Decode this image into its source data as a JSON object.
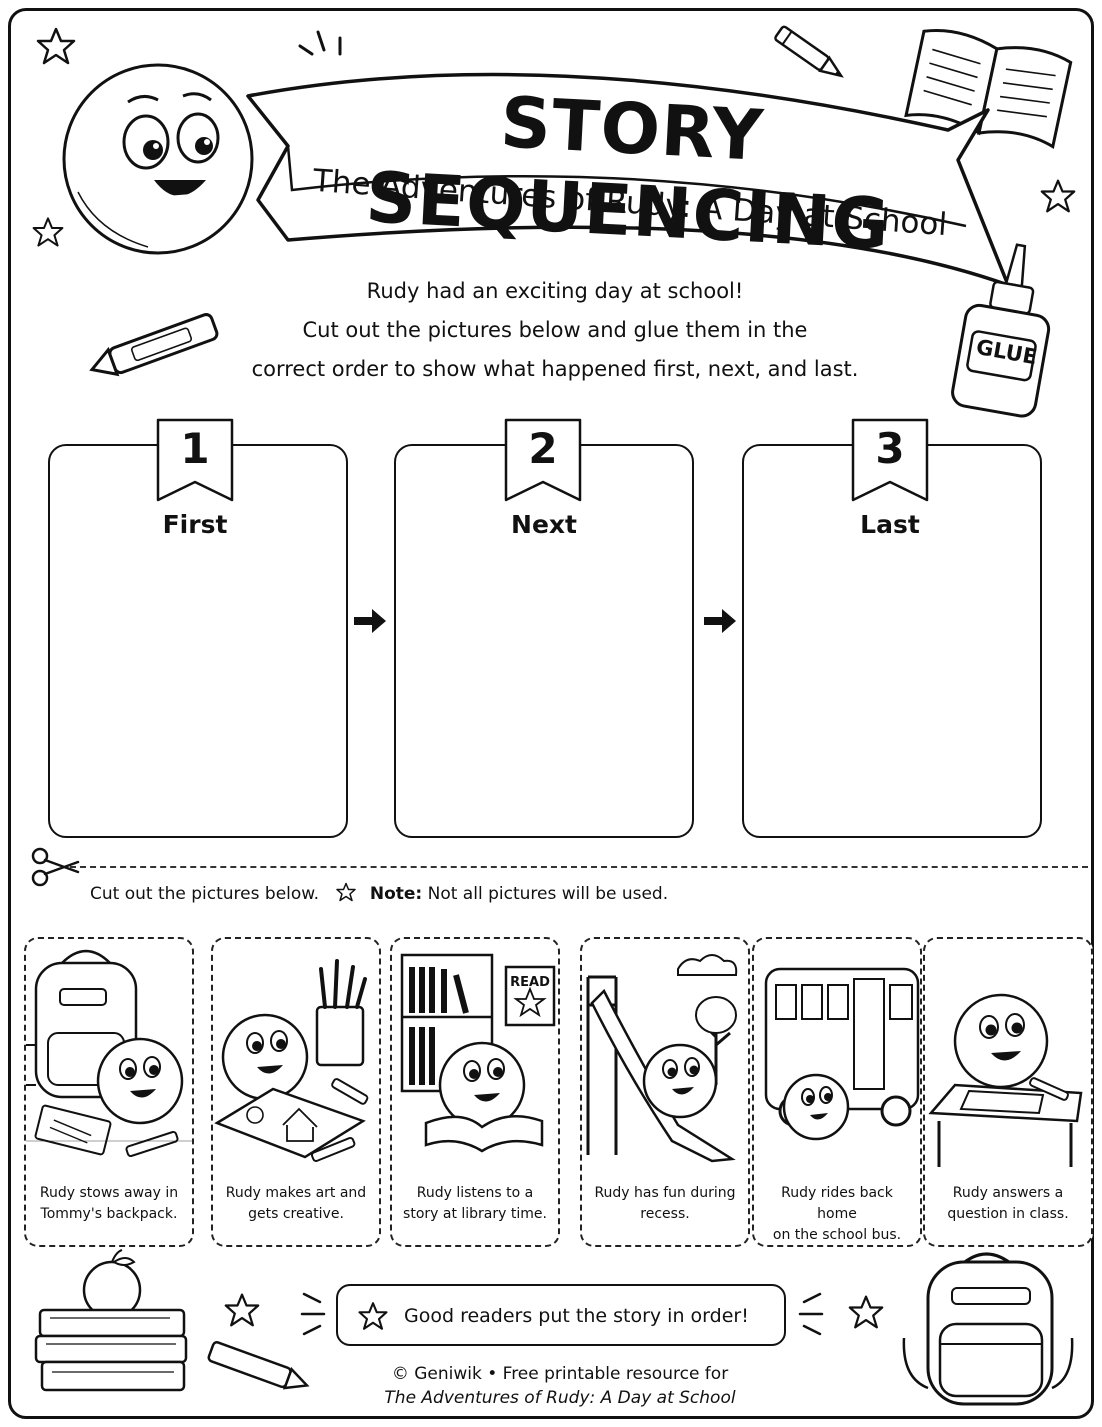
{
  "header": {
    "title": "STORY SEQUENCING",
    "subtitle": "The Adventures of Rudy: A Day at School"
  },
  "intro": {
    "line1": "Rudy had an exciting day at school!",
    "line2": "Cut out the pictures below and glue them in the",
    "line3": "correct order to show what happened first, next, and last."
  },
  "glue_label": "GLUE",
  "sequence": [
    {
      "number": "1",
      "label": "First"
    },
    {
      "number": "2",
      "label": "Next"
    },
    {
      "number": "3",
      "label": "Last"
    }
  ],
  "cut_section": {
    "instruction": "Cut out the pictures below.",
    "note_label": "Note:",
    "note_text": "Not all pictures will be used."
  },
  "cards": [
    {
      "line1": "Rudy stows away in",
      "line2": "Tommy's backpack.",
      "icon": "backpack-icon"
    },
    {
      "line1": "Rudy makes art and",
      "line2": "gets creative.",
      "icon": "art-icon"
    },
    {
      "line1": "Rudy listens to a",
      "line2": "story at library time.",
      "icon": "book-icon",
      "sign": "READ"
    },
    {
      "line1": "Rudy has fun during",
      "line2": "recess.",
      "icon": "slide-icon"
    },
    {
      "line1": "Rudy rides back home",
      "line2": "on the school bus.",
      "icon": "bus-icon"
    },
    {
      "line1": "Rudy answers a",
      "line2": "question in class.",
      "icon": "desk-icon"
    }
  ],
  "reminder": "Good readers put the story in order!",
  "credit": {
    "line1": "© Geniwik  •  Free printable resource for",
    "line2": "The Adventures of Rudy: A Day at School"
  }
}
